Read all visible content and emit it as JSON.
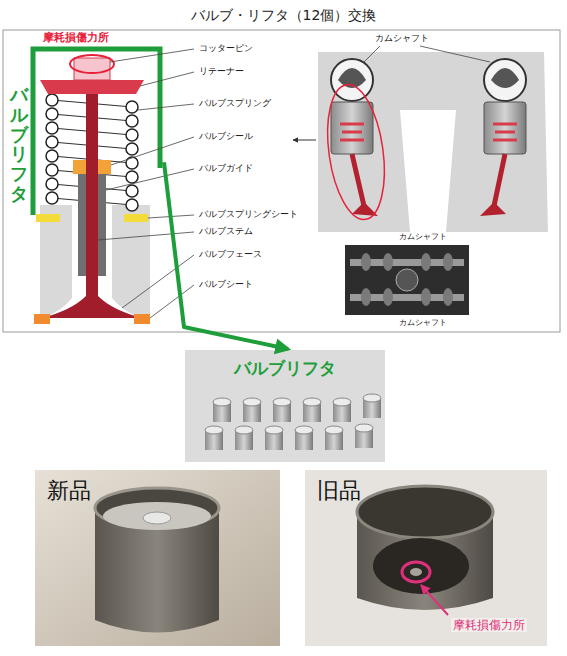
{
  "diagram": {
    "title": "バルブ・リフタ（12個）交換",
    "nodes": [
      {
        "text": [
          "バルブリフタ"
        ]
      },
      {
        "text": [
          "バルブリフタ"
        ]
      },
      {
        "text": [
          "新品"
        ]
      },
      {
        "text": [
          "旧品",
          "摩耗損傷力所"
        ]
      }
    ],
    "edges": [
      {
        "from": 0,
        "to": 1,
        "arrow": "to"
      }
    ],
    "labels": [
      "摩耗損傷力所",
      "コッターピン",
      "リテーナー",
      "バルブスプリング",
      "バルブシール",
      "バルブガイド",
      "バルブスプリングシート",
      "バルブステム",
      "バルブフェース",
      "バルブシート",
      "カムシャフト",
      "カムシャフト",
      "カムシャフト"
    ]
  }
}
